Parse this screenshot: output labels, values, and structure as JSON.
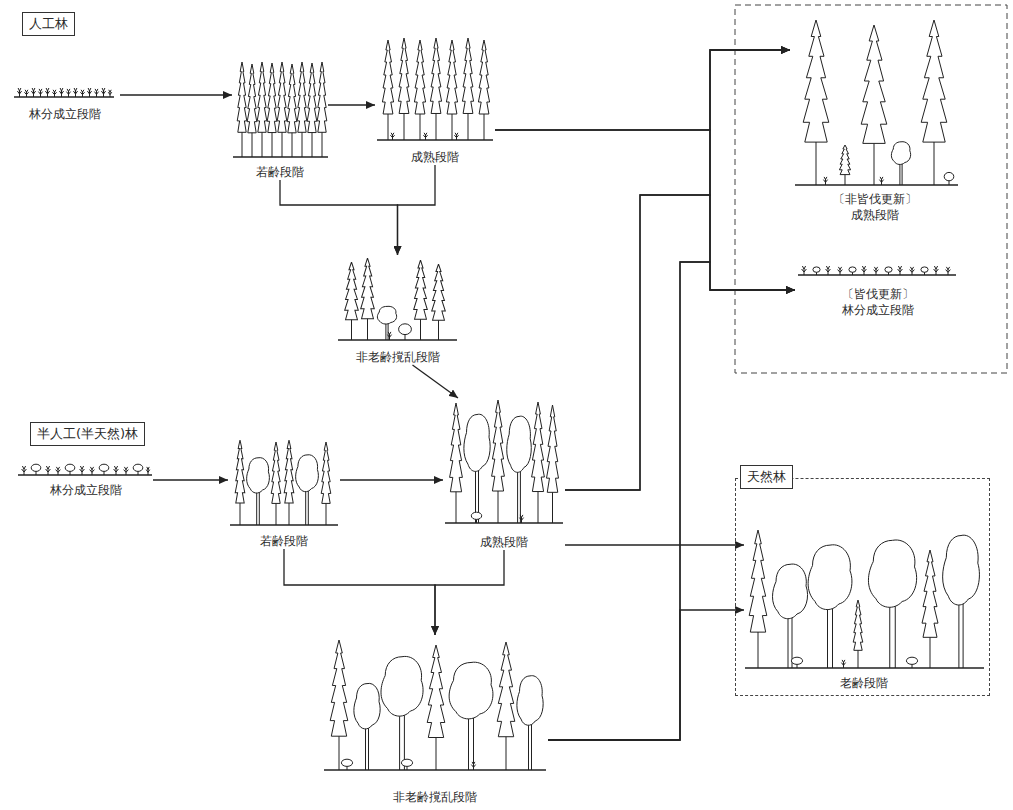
{
  "diagram": {
    "nodes": [
      {
        "text": [
          "人工林"
        ]
      },
      {
        "text": [
          "林分成立段階"
        ]
      },
      {
        "text": [
          "若齢段階"
        ]
      },
      {
        "text": [
          "成熟段階"
        ]
      },
      {
        "text": [
          "非老齢撹乱段階"
        ]
      },
      {
        "text": [
          "〔非皆伐更新〕",
          "成熟段階"
        ]
      },
      {
        "text": [
          "〔皆伐更新〕",
          "林分成立段階"
        ]
      },
      {
        "text": [
          "半人工(半天然)林"
        ]
      },
      {
        "text": [
          "林分成立段階"
        ]
      },
      {
        "text": [
          "若齢段階"
        ]
      },
      {
        "text": [
          "成熟段階"
        ]
      },
      {
        "text": [
          "非老齢撹乱段階"
        ]
      },
      {
        "text": [
          "天然林"
        ]
      },
      {
        "text": [
          "老齢段階"
        ],
        "in": 12
      }
    ],
    "edges": [
      {
        "from": 1,
        "to": 2,
        "arrow": "to"
      },
      {
        "from": 2,
        "to": 3,
        "arrow": "to"
      },
      {
        "from": 2,
        "to": 4,
        "arrow": "to"
      },
      {
        "from": 3,
        "to": 4,
        "arrow": "to"
      },
      {
        "from": 3,
        "to": 5,
        "arrow": "to"
      },
      {
        "from": 3,
        "to": 6,
        "arrow": "to"
      },
      {
        "from": 4,
        "to": 10,
        "arrow": "to"
      },
      {
        "from": 8,
        "to": 9,
        "arrow": "to"
      },
      {
        "from": 9,
        "to": 10,
        "arrow": "to"
      },
      {
        "from": 9,
        "to": 11,
        "arrow": "to"
      },
      {
        "from": 10,
        "to": 11,
        "arrow": "to"
      },
      {
        "from": 10,
        "to": 5,
        "arrow": "to"
      },
      {
        "from": 10,
        "to": 6,
        "arrow": "to"
      },
      {
        "from": 10,
        "to": 13,
        "arrow": "to"
      },
      {
        "from": 11,
        "to": 5,
        "arrow": "to"
      },
      {
        "from": 11,
        "to": 6,
        "arrow": "to"
      },
      {
        "from": 11,
        "to": 13,
        "arrow": "to"
      }
    ]
  }
}
